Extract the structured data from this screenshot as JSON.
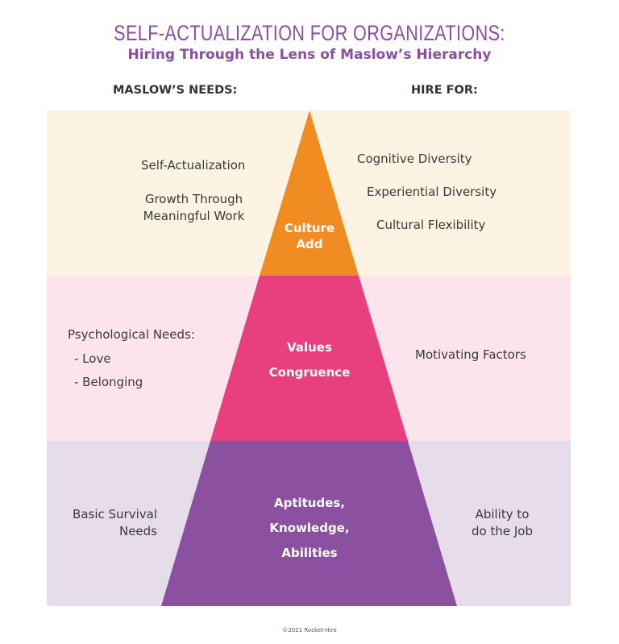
{
  "title": "SELF-ACTUALIZATION FOR ORGANIZATIONS:",
  "subtitle": "Hiring Through the Lens of Maslow’s Hierarchy",
  "headers": {
    "left": "MASLOW’S NEEDS:",
    "right": "HIRE FOR:"
  },
  "levels": [
    {
      "left": [
        "Self-Actualization",
        "Growth Through",
        "Meaningful Work"
      ],
      "center": [
        "Culture",
        "Add"
      ],
      "right": [
        "Cognitive Diversity",
        "Experiential Diversity",
        "Cultural Flexibility"
      ]
    },
    {
      "left": [
        "Psychological Needs:",
        "- Love",
        "- Belonging"
      ],
      "center": [
        "Values",
        "Congruence"
      ],
      "right": [
        "Motivating Factors"
      ]
    },
    {
      "left": [
        "Basic Survival",
        "Needs"
      ],
      "center": [
        "Aptitudes,",
        "Knowledge,",
        "Abilities"
      ],
      "right": [
        "Ability to",
        "do the Job"
      ]
    }
  ],
  "colors": {
    "top_band": "#fdf3e2",
    "mid_band": "#fbe4ec",
    "bot_band": "#e7dcea",
    "orange": "#f18c22",
    "pink": "#e8407f",
    "purple": "#8b509f",
    "title": "#8a4f9e"
  },
  "copyright": "©2021 Rocket-Hire"
}
